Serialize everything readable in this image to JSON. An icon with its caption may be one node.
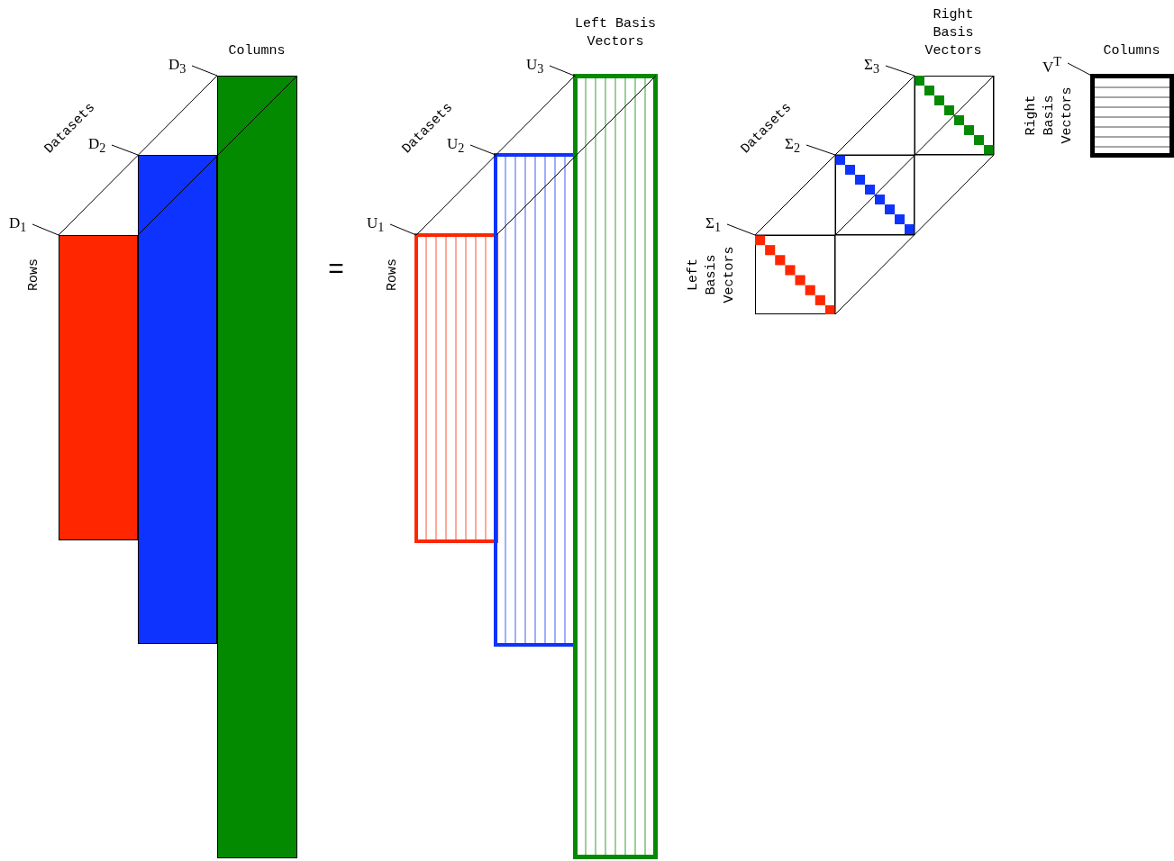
{
  "diagram": {
    "nodes": [
      {
        "text": [
          "D$_{1}$"
        ]
      },
      {
        "text": [],
        "shape": "box"
      },
      {
        "text": [
          "D$_{2}$"
        ]
      },
      {
        "text": [],
        "shape": "box"
      },
      {
        "text": [
          "D$_{3}$"
        ]
      },
      {
        "text": [],
        "shape": "box"
      },
      {
        "text": [
          "U$_{1}$"
        ]
      },
      {
        "text": [],
        "shape": "box"
      },
      {
        "text": [
          "U$_{2}$"
        ]
      },
      {
        "text": [],
        "shape": "box"
      },
      {
        "text": [
          "U$_{3}$"
        ]
      },
      {
        "text": [],
        "shape": "box"
      },
      {
        "text": [
          "Σ$_{1}$"
        ]
      },
      {
        "text": [],
        "shape": "box"
      },
      {
        "text": [
          "Σ$_{2}$"
        ]
      },
      {
        "text": [],
        "shape": "box"
      },
      {
        "text": [
          "Σ$_{3}$"
        ]
      },
      {
        "text": [],
        "shape": "box"
      },
      {
        "text": [
          "V$^{T}$"
        ]
      },
      {
        "text": [],
        "shape": "box"
      }
    ],
    "edges": [
      {
        "from": 0,
        "to": 1,
        "arrow": "none"
      },
      {
        "from": 2,
        "to": 3,
        "arrow": "none"
      },
      {
        "from": 4,
        "to": 5,
        "arrow": "none"
      },
      {
        "from": 6,
        "to": 7,
        "arrow": "none"
      },
      {
        "from": 8,
        "to": 9,
        "arrow": "none"
      },
      {
        "from": 10,
        "to": 11,
        "arrow": "none"
      },
      {
        "from": 12,
        "to": 13,
        "arrow": "none"
      },
      {
        "from": 14,
        "to": 15,
        "arrow": "none"
      },
      {
        "from": 16,
        "to": 17,
        "arrow": "none"
      },
      {
        "from": 18,
        "to": 19,
        "arrow": "none"
      }
    ],
    "labels": [
      "Left Basis Vectors",
      "Right Basis Vectors",
      "Columns",
      "Columns",
      "Datasets",
      "Datasets",
      "Datasets",
      "Rows",
      "=",
      "Rows",
      "Left Basis Vectors",
      "Right Basis Vectors"
    ]
  }
}
